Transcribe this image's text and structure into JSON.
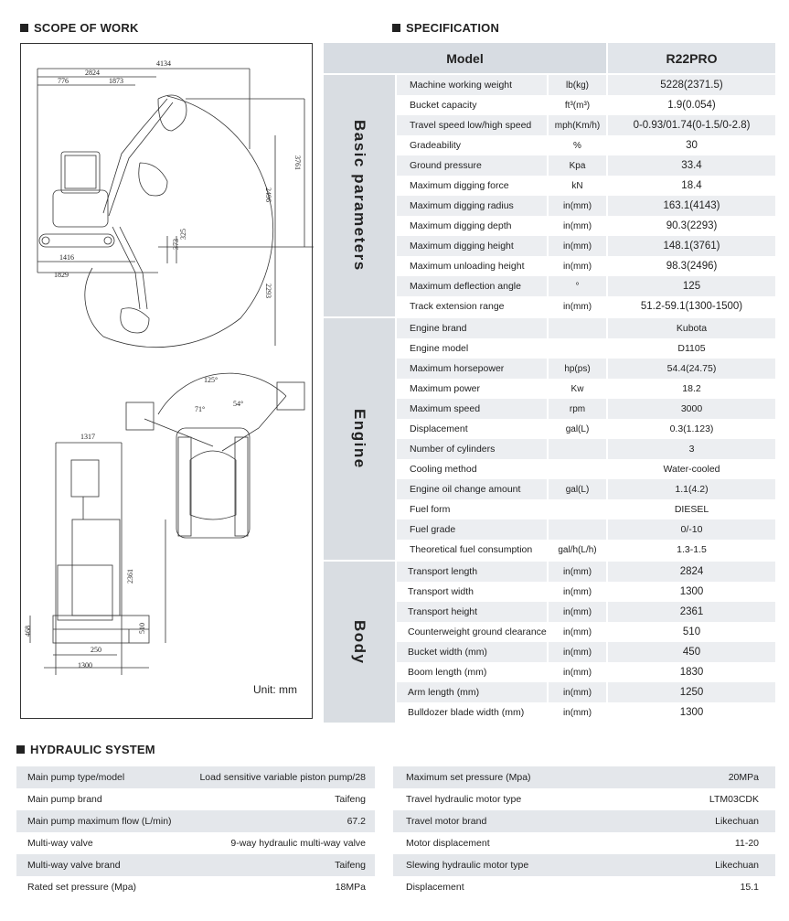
{
  "scope": {
    "title": "SCOPE OF WORK",
    "unit": "Unit: mm",
    "dims_side": [
      "4134",
      "2824",
      "776",
      "1873",
      "3761",
      "2496",
      "373",
      "325",
      "1416",
      "1829",
      "2293"
    ],
    "dims_rear": [
      "1317",
      "2361",
      "468",
      "510",
      "250",
      "1300"
    ],
    "dims_top": [
      "125°",
      "71°",
      "54°"
    ]
  },
  "spec": {
    "title": "SPECIFICATION",
    "head_model": "Model",
    "head_value": "R22PRO",
    "groups": [
      {
        "label": "Basic parameters",
        "rows": [
          {
            "name": "Machine working weight",
            "unit": "lb(kg)",
            "value": "5228(2371.5)"
          },
          {
            "name": "Bucket capacity",
            "unit": "ft³(m³)",
            "value": "1.9(0.054)"
          },
          {
            "name": "Travel speed low/high speed",
            "unit": "mph(Km/h)",
            "value": "0-0.93/01.74(0-1.5/0-2.8)"
          },
          {
            "name": "Gradeability",
            "unit": "%",
            "value": "30"
          },
          {
            "name": "Ground pressure",
            "unit": "Kpa",
            "value": "33.4"
          },
          {
            "name": "Maximum digging force",
            "unit": "kN",
            "value": "18.4"
          },
          {
            "name": "Maximum digging radius",
            "unit": "in(mm)",
            "value": "163.1(4143)"
          },
          {
            "name": "Maximum digging depth",
            "unit": "in(mm)",
            "value": "90.3(2293)"
          },
          {
            "name": "Maximum digging height",
            "unit": "in(mm)",
            "value": "148.1(3761)"
          },
          {
            "name": "Maximum unloading height",
            "unit": "in(mm)",
            "value": "98.3(2496)"
          },
          {
            "name": "Maximum deflection angle",
            "unit": "°",
            "value": "125"
          },
          {
            "name": "Track extension range",
            "unit": "in(mm)",
            "value": "51.2-59.1(1300-1500)"
          }
        ]
      },
      {
        "label": "Engine",
        "rows": [
          {
            "name": "Engine brand",
            "unit": "",
            "value": "Kubota"
          },
          {
            "name": "Engine model",
            "unit": "",
            "value": "D1105"
          },
          {
            "name": "Maximum horsepower",
            "unit": "hp(ps)",
            "value": "54.4(24.75)"
          },
          {
            "name": "Maximum power",
            "unit": "Kw",
            "value": "18.2"
          },
          {
            "name": "Maximum speed",
            "unit": "rpm",
            "value": "3000"
          },
          {
            "name": "Displacement",
            "unit": "gal(L)",
            "value": "0.3(1.123)"
          },
          {
            "name": "Number of cylinders",
            "unit": "",
            "value": "3"
          },
          {
            "name": "Cooling method",
            "unit": "",
            "value": "Water-cooled"
          },
          {
            "name": "Engine oil change amount",
            "unit": "gal(L)",
            "value": "1.1(4.2)"
          },
          {
            "name": "Fuel form",
            "unit": "",
            "value": "DIESEL"
          },
          {
            "name": "Fuel grade",
            "unit": "",
            "value": "0/-10"
          },
          {
            "name": "Theoretical fuel consumption",
            "unit": "gal/h(L/h)",
            "value": "1.3-1.5"
          }
        ]
      },
      {
        "label": "Body",
        "rows": [
          {
            "name": "Transport length",
            "unit": "in(mm)",
            "value": "2824"
          },
          {
            "name": "Transport width",
            "unit": "in(mm)",
            "value": "1300"
          },
          {
            "name": "Transport height",
            "unit": "in(mm)",
            "value": "2361"
          },
          {
            "name": "Counterweight ground clearance",
            "unit": "in(mm)",
            "value": "510"
          },
          {
            "name": "Bucket width (mm)",
            "unit": "in(mm)",
            "value": "450"
          },
          {
            "name": "Boom length (mm)",
            "unit": "in(mm)",
            "value": "1830"
          },
          {
            "name": "Arm length (mm)",
            "unit": "in(mm)",
            "value": "1250"
          },
          {
            "name": "Bulldozer blade width (mm)",
            "unit": "in(mm)",
            "value": "1300"
          }
        ]
      }
    ]
  },
  "hydraulic": {
    "title": "HYDRAULIC SYSTEM",
    "left": [
      {
        "name": "Main pump type/model",
        "value": "Load sensitive variable piston pump/28"
      },
      {
        "name": "Main pump brand",
        "value": "Taifeng"
      },
      {
        "name": "Main pump maximum flow (L/min)",
        "value": "67.2"
      },
      {
        "name": "Multi-way valve",
        "value": "9-way hydraulic multi-way valve"
      },
      {
        "name": "Multi-way valve brand",
        "value": "Taifeng"
      },
      {
        "name": "Rated set pressure (Mpa)",
        "value": "18MPa"
      }
    ],
    "right": [
      {
        "name": "Maximum set pressure (Mpa)",
        "value": "20MPa"
      },
      {
        "name": "Travel hydraulic motor type",
        "value": "LTM03CDK"
      },
      {
        "name": "Travel motor brand",
        "value": "Likechuan"
      },
      {
        "name": "Motor displacement",
        "value": "11-20"
      },
      {
        "name": "Slewing hydraulic motor type",
        "value": "Likechuan"
      },
      {
        "name": "Displacement",
        "value": "15.1"
      }
    ]
  }
}
